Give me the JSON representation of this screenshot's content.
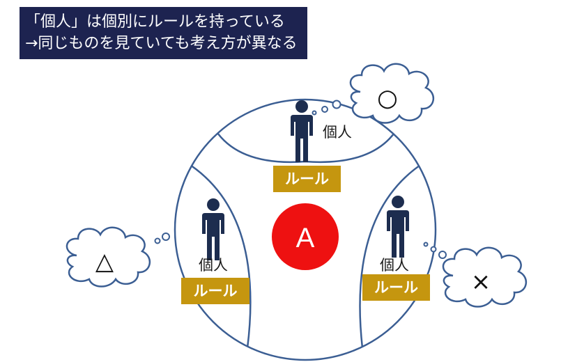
{
  "header": {
    "line1": "「個人」は個別にルールを持っている",
    "line2": "→同じものを見ていても考え方が異なる"
  },
  "center": {
    "label": "A",
    "color": "#ee1111"
  },
  "colors": {
    "header_bg": "#1d2350",
    "circle_stroke": "#3b5e93",
    "person": "#1d2d4f",
    "rule_box": "#c5960f",
    "cloud_stroke": "#3b5e93"
  },
  "persons": [
    {
      "id": "top",
      "label": "個人",
      "rule": "ルール",
      "opinion": "○"
    },
    {
      "id": "left",
      "label": "個人",
      "rule": "ルール",
      "opinion": "△"
    },
    {
      "id": "right",
      "label": "個人",
      "rule": "ルール",
      "opinion": "×"
    }
  ]
}
